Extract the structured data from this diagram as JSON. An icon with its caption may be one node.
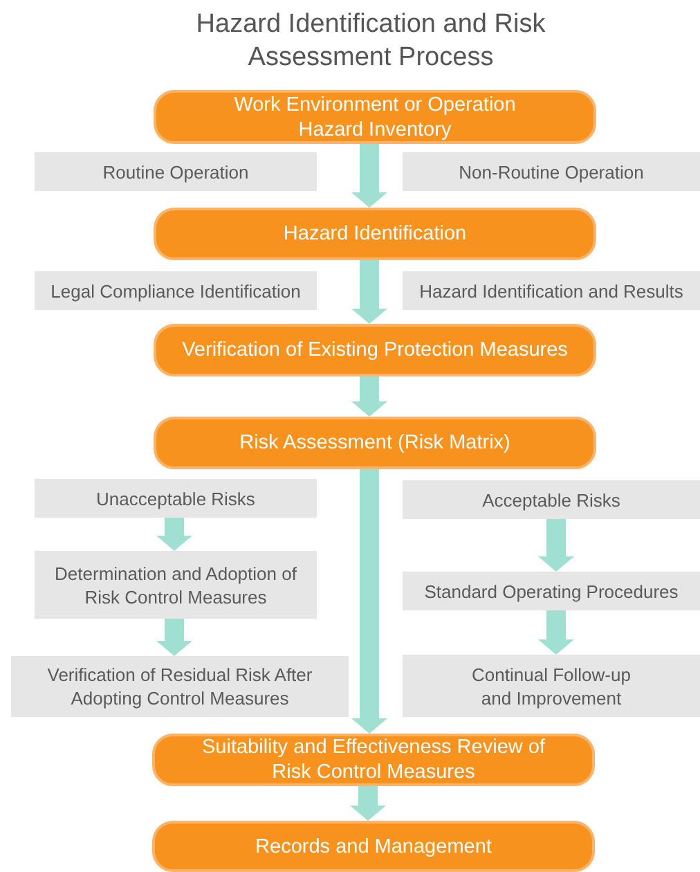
{
  "diagram": {
    "title": "Hazard Identification and Risk Assessment Process",
    "nodes": [
      {
        "text": [
          "Work Environment or Operation Hazard Inventory"
        ]
      },
      {
        "text": [
          "Routine Operation"
        ]
      },
      {
        "text": [
          "Non-Routine Operation"
        ]
      },
      {
        "text": [
          "Hazard Identification"
        ]
      },
      {
        "text": [
          "Legal Compliance Identification"
        ]
      },
      {
        "text": [
          "Hazard Identification and Results"
        ]
      },
      {
        "text": [
          "Verification of Existing Protection Measures"
        ]
      },
      {
        "text": [
          "Risk Assessment (Risk Matrix)"
        ]
      },
      {
        "text": [
          "Unacceptable Risks"
        ]
      },
      {
        "text": [
          "Acceptable Risks"
        ]
      },
      {
        "text": [
          "Determination and Adoption of Risk Control Measures"
        ]
      },
      {
        "text": [
          "Standard Operating Procedures"
        ]
      },
      {
        "text": [
          "Verification of Residual Risk After Adopting Control Measures"
        ]
      },
      {
        "text": [
          "Continual Follow-up and Improvement"
        ]
      },
      {
        "text": [
          "Suitability and Effectiveness Review of Risk Control Measures"
        ]
      },
      {
        "text": [
          "Records and Management"
        ]
      }
    ],
    "edges": [
      {
        "from": 0,
        "to": 3,
        "arrow": "to"
      },
      {
        "from": 3,
        "to": 6,
        "arrow": "to"
      },
      {
        "from": 6,
        "to": 7,
        "arrow": "to"
      },
      {
        "from": 7,
        "to": 14,
        "arrow": "to"
      },
      {
        "from": 8,
        "to": 10,
        "arrow": "to"
      },
      {
        "from": 10,
        "to": 12,
        "arrow": "to"
      },
      {
        "from": 9,
        "to": 11,
        "arrow": "to"
      },
      {
        "from": 11,
        "to": 13,
        "arrow": "to"
      },
      {
        "from": 14,
        "to": 15,
        "arrow": "to"
      }
    ]
  }
}
